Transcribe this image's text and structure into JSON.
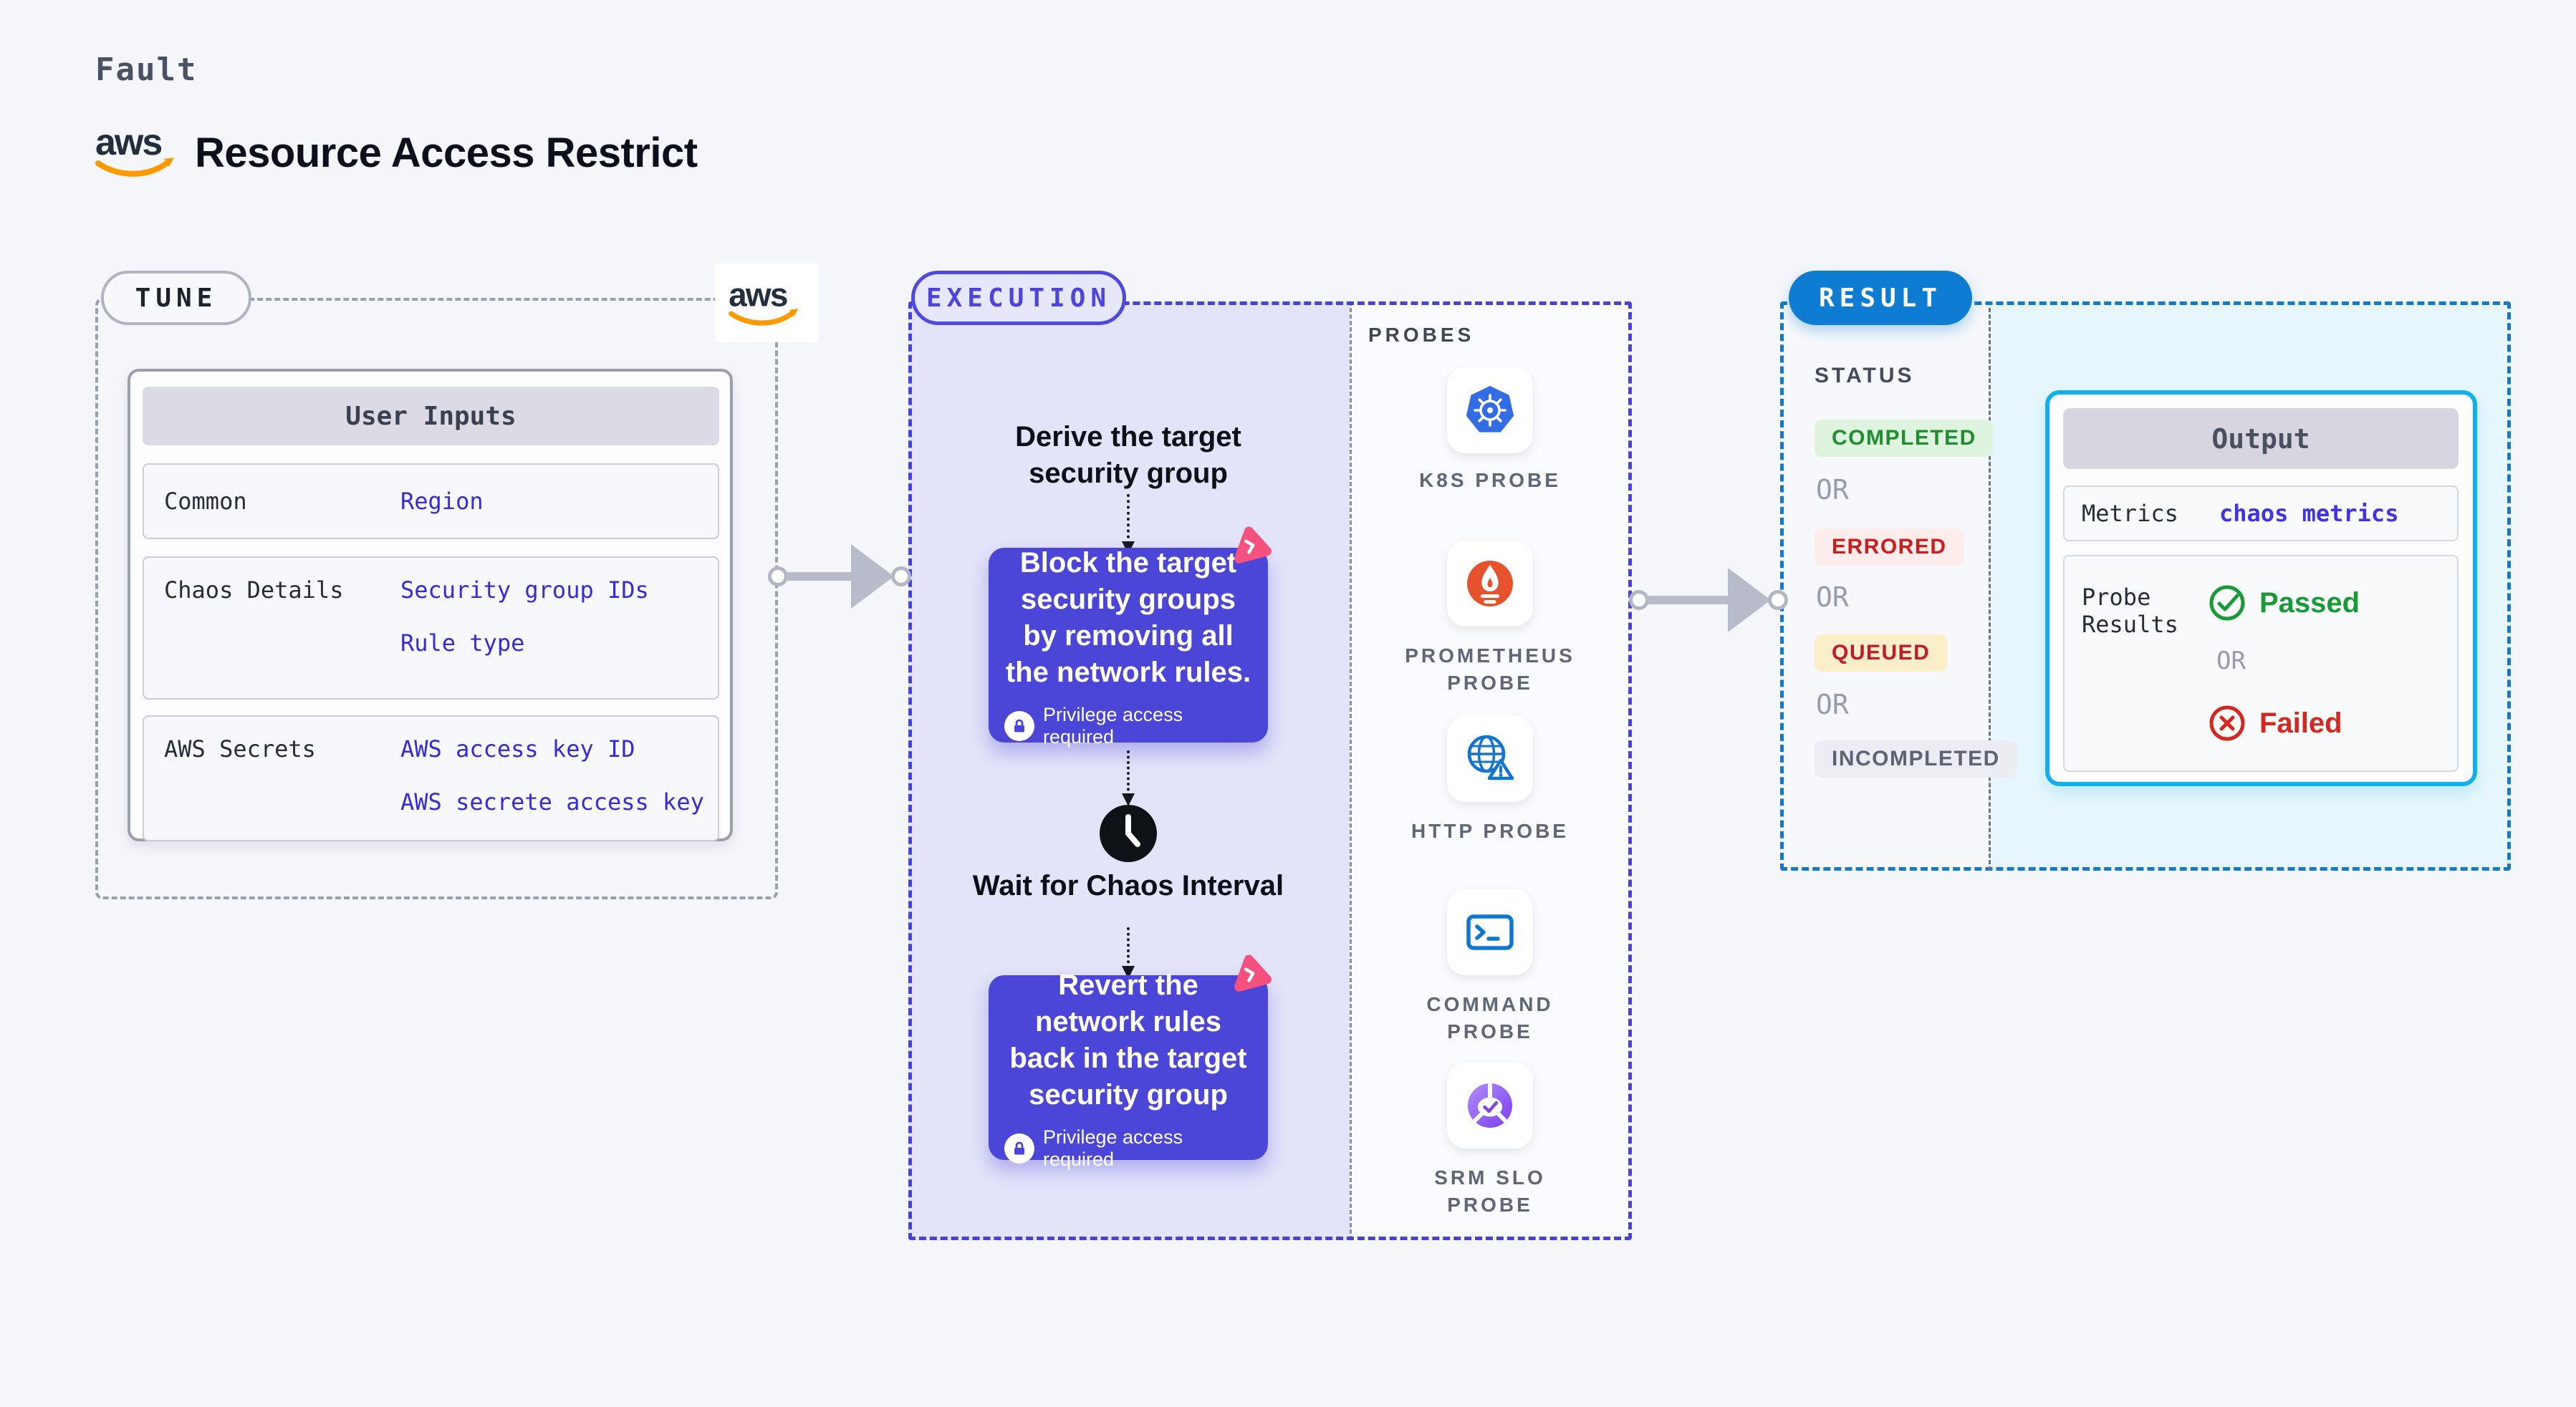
{
  "page": {
    "background": "#f5f6fa"
  },
  "header": {
    "kicker": "Fault",
    "aws_logo_text": "aws",
    "title": "Resource Access Restrict"
  },
  "tune": {
    "badge": "TUNE",
    "table": {
      "header": "User Inputs",
      "rows": [
        {
          "label": "Common",
          "values": [
            "Region"
          ]
        },
        {
          "label": "Chaos Details",
          "values": [
            "Security group IDs",
            "Rule type"
          ]
        },
        {
          "label": "AWS Secrets",
          "values": [
            "AWS access key ID",
            "AWS secrete access key"
          ]
        }
      ]
    }
  },
  "execution": {
    "badge": "EXECUTION",
    "steps": {
      "derive": "Derive the target security group",
      "block": "Block the target security groups by removing all the network rules.",
      "block_note": "Privilege access required",
      "wait": "Wait for Chaos Interval",
      "revert": "Revert the network rules back in the target security group",
      "revert_note": "Privilege access required"
    }
  },
  "probes": {
    "title": "PROBES",
    "items": [
      {
        "label": "K8S PROBE",
        "icon": "kubernetes-icon"
      },
      {
        "label": "PROMETHEUS PROBE",
        "icon": "prometheus-icon"
      },
      {
        "label": "HTTP PROBE",
        "icon": "http-globe-icon"
      },
      {
        "label": "COMMAND PROBE",
        "icon": "terminal-icon"
      },
      {
        "label": "SRM SLO PROBE",
        "icon": "srm-slo-icon"
      }
    ]
  },
  "result": {
    "badge": "RESULT",
    "status_title": "STATUS",
    "or_label": "OR",
    "statuses": [
      {
        "label": "COMPLETED",
        "text_color": "#1e8e2e",
        "bg_color": "#def4df"
      },
      {
        "label": "ERRORED",
        "text_color": "#cc1d1d",
        "bg_color": "#fdecec"
      },
      {
        "label": "QUEUED",
        "text_color": "#c01a2e",
        "bg_color": "#faefc8"
      },
      {
        "label": "INCOMPLETED",
        "text_color": "#5d6375",
        "bg_color": "#ececf3"
      }
    ],
    "output": {
      "header": "Output",
      "metrics_label": "Metrics",
      "metrics_value": "chaos metrics",
      "probe_results_label": "Probe Results",
      "passed": "Passed",
      "failed": "Failed"
    }
  },
  "colors": {
    "accent_indigo": "#4b46d8",
    "accent_pink": "#f5517e",
    "link_blue": "#3629e0",
    "result_blue": "#0e7cd2",
    "output_border": "#12b0ea",
    "aws_orange": "#ff9900",
    "passed_green": "#189a37",
    "failed_red": "#d7261d"
  }
}
